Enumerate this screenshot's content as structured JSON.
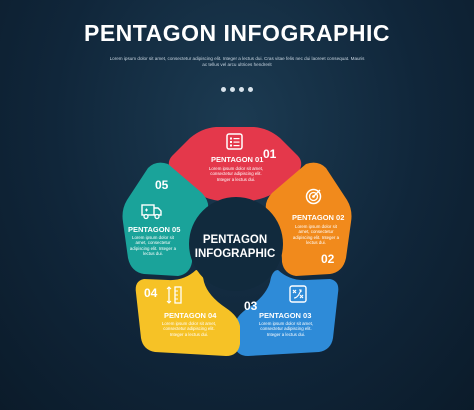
{
  "header": {
    "title": "PENTAGON INFOGRAPHIC",
    "subtitle": "Lorem ipsum dolor sit amet, consectetur adipiscing elit. Integer a lectus dui. Cras vitae felis nec dui laoreet consequat. Mauris ac tellus vel arcu ultrices hendrerit"
  },
  "center": {
    "line1": "PENTAGON",
    "line2": "INFOGRAPHIC"
  },
  "segments": [
    {
      "number": "01",
      "label": "PENTAGON 01",
      "text": "Lorem ipsum dolor sit amet, consectetur adipiscing elit. Integer a lectus dui.",
      "color": "#e4384b",
      "icon": "list-icon"
    },
    {
      "number": "02",
      "label": "PENTAGON 02",
      "text": "Lorem ipsum dolor sit amet, consectetur adipiscing elit. Integer a lectus dui.",
      "color": "#f18a1c",
      "icon": "target-icon"
    },
    {
      "number": "03",
      "label": "PENTAGON 03",
      "text": "Lorem ipsum dolor sit amet, consectetur adipiscing elit. Integer a lectus dui.",
      "color": "#2e8bd8",
      "icon": "strategy-icon"
    },
    {
      "number": "04",
      "label": "PENTAGON 04",
      "text": "Lorem ipsum dolor sit amet, consectetur adipiscing elit. Integer a lectus dui.",
      "color": "#f6c226",
      "icon": "ruler-icon"
    },
    {
      "number": "05",
      "label": "PENTAGON 05",
      "text": "Lorem ipsum dolor sit amet, consectetur adipiscing elit. Integer a lectus dui.",
      "color": "#1aa39a",
      "icon": "truck-icon"
    }
  ]
}
